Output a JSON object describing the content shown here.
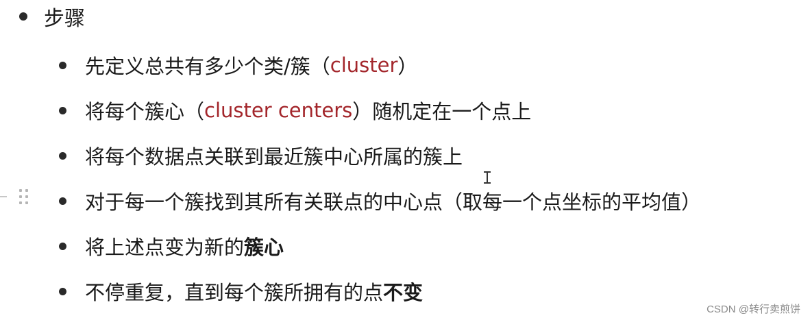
{
  "heading": {
    "text": "步骤"
  },
  "steps": [
    {
      "parts": [
        {
          "text": "先定义总共有多少个类/簇（",
          "style": "normal"
        },
        {
          "text": "cluster",
          "style": "red"
        },
        {
          "text": "）",
          "style": "normal"
        }
      ]
    },
    {
      "parts": [
        {
          "text": "将每个簇心（",
          "style": "normal"
        },
        {
          "text": "cluster centers",
          "style": "red"
        },
        {
          "text": "）随机定在一个点上",
          "style": "normal"
        }
      ]
    },
    {
      "parts": [
        {
          "text": "将每个数据点关联到最近簇中心所属的簇上",
          "style": "normal"
        }
      ]
    },
    {
      "parts": [
        {
          "text": "对于每一个簇找到其所有关联点的中心点（取每一个点坐标的平均值）",
          "style": "normal"
        }
      ]
    },
    {
      "parts": [
        {
          "text": "将上述点变为新的",
          "style": "normal"
        },
        {
          "text": "簇心",
          "style": "bold"
        }
      ]
    },
    {
      "parts": [
        {
          "text": "不停重复，直到每个簇所拥有的点",
          "style": "normal"
        },
        {
          "text": "不变",
          "style": "bold"
        }
      ]
    }
  ],
  "watermark": "CSDN @转行卖煎饼",
  "colors": {
    "accent_red": "#a3262b",
    "text": "#1a1a1a"
  },
  "icons": {
    "drag_handle": "drag-handle-icon",
    "text_cursor": "text-cursor-icon"
  }
}
